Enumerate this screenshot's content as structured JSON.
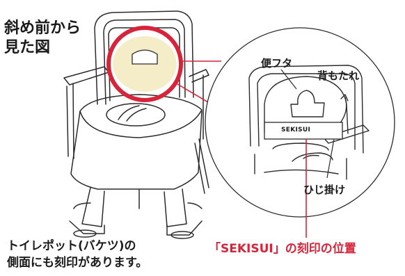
{
  "heading": {
    "line1": "斜め前から",
    "line2": "見た図"
  },
  "callouts": {
    "lid": "便フタ",
    "backrest": "背もたれ",
    "armrest": "ひじ掛け",
    "engraving_text": "SEKISUI"
  },
  "captions": {
    "left_line1": "トイレポット(バケツ)の",
    "left_line2": "側面にも刻印があります。",
    "right": "「SEKISUI」の刻印の位置"
  },
  "colors": {
    "accent_red": "#d6243a",
    "lid_highlight": "#f5edc7",
    "line": "#2a2a2a"
  }
}
